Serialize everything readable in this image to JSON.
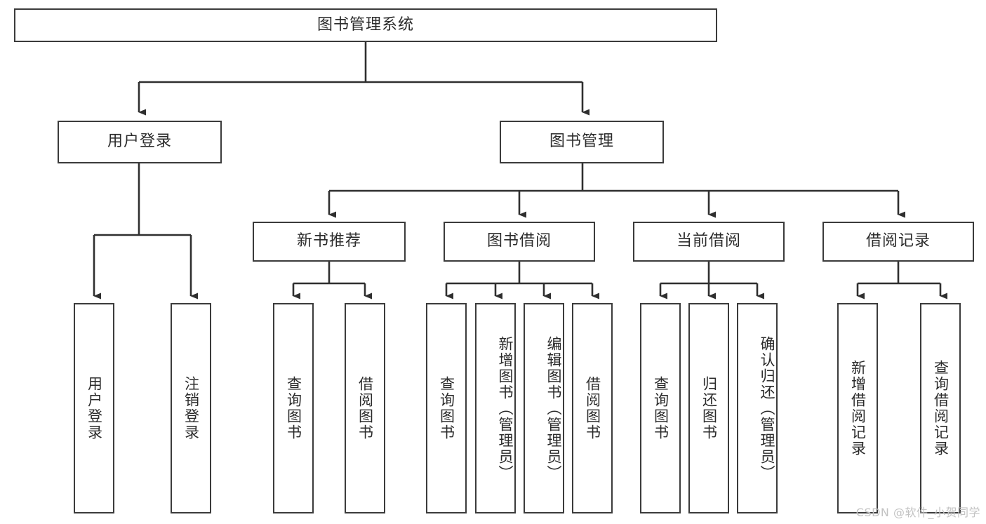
{
  "diagram": {
    "title": "图书管理系统",
    "root": {
      "label": "图书管理系统"
    },
    "level1": [
      {
        "label": "用户登录"
      },
      {
        "label": "图书管理"
      }
    ],
    "level2": [
      {
        "label": "新书推荐"
      },
      {
        "label": "图书借阅"
      },
      {
        "label": "当前借阅"
      },
      {
        "label": "借阅记录"
      }
    ],
    "leaves": {
      "user_login": [
        {
          "label": "用户登录"
        },
        {
          "label": "注销登录"
        }
      ],
      "new_book_recommend": [
        {
          "label": "查询图书"
        },
        {
          "label": "借阅图书"
        }
      ],
      "book_borrow": [
        {
          "label": "查询图书"
        },
        {
          "label": "新增图书（管理员）"
        },
        {
          "label": "编辑图书（管理员）"
        },
        {
          "label": "借阅图书"
        }
      ],
      "current_borrow": [
        {
          "label": "查询图书"
        },
        {
          "label": "归还图书"
        },
        {
          "label": "确认归还（管理员）"
        }
      ],
      "borrow_record": [
        {
          "label": "新增借阅记录"
        },
        {
          "label": "查询借阅记录"
        }
      ]
    }
  },
  "watermark": {
    "text": "CSDN @软件_小贺同学"
  },
  "colors": {
    "border": "#3b3b3b",
    "text": "#2b2b2b",
    "background": "#ffffff",
    "watermark": "#c3c3c3"
  }
}
